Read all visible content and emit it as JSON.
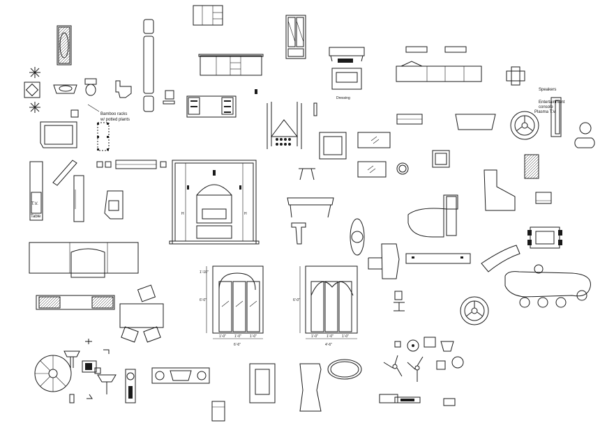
{
  "labels": {
    "bamboo_note_line1": "Bamboo racks",
    "bamboo_note_line2": "w/ potted plants",
    "tv_left": "T.V.",
    "table_left": "Table",
    "speakers": "Speakers",
    "entertainment_line1": "Entertainment",
    "entertainment_line2": "console",
    "plasma_tv": "Plasma T.V."
  },
  "elevation_left": {
    "height_total": "6'-0\"",
    "height_top": "1'-10\"",
    "widths": [
      "1'-0\"",
      "1'-0\"",
      "1'-0\""
    ],
    "overall": "6'-6\""
  },
  "elevation_right": {
    "height_total": "6'-0\"",
    "widths": [
      "1'-0\"",
      "1'-0\"",
      "1'-0\""
    ],
    "overall": "4'-6\""
  },
  "colors": {
    "line": "#1a1a1a",
    "background": "#ffffff"
  }
}
